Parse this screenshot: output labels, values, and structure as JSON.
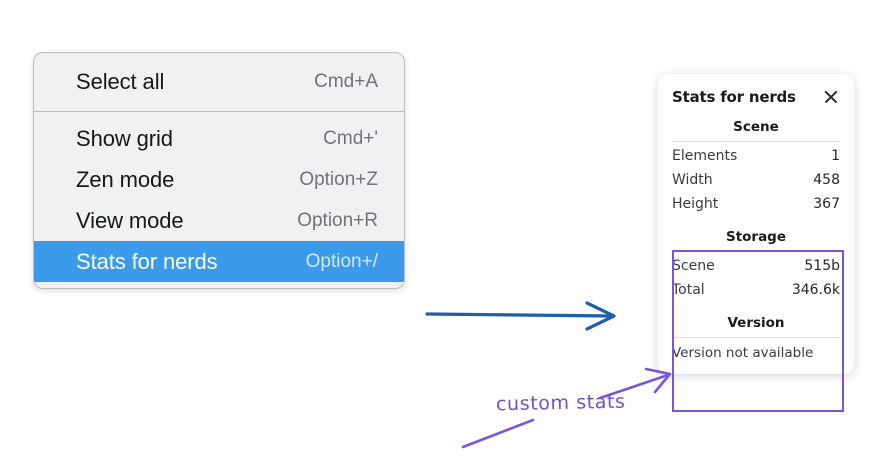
{
  "context_menu": {
    "name": "context-menu",
    "sections": [
      {
        "items": [
          {
            "label": "Select all",
            "shortcut": "Cmd+A",
            "selected": false,
            "name": "menu-item-select-all"
          }
        ]
      },
      {
        "items": [
          {
            "label": "Show grid",
            "shortcut": "Cmd+'",
            "selected": false,
            "name": "menu-item-show-grid"
          },
          {
            "label": "Zen mode",
            "shortcut": "Option+Z",
            "selected": false,
            "name": "menu-item-zen-mode"
          },
          {
            "label": "View mode",
            "shortcut": "Option+R",
            "selected": false,
            "name": "menu-item-view-mode"
          },
          {
            "label": "Stats for nerds",
            "shortcut": "Option+/",
            "selected": true,
            "name": "menu-item-stats-for-nerds"
          }
        ]
      }
    ]
  },
  "stats_panel": {
    "title": "Stats for nerds",
    "close_icon": "close-icon",
    "sections": [
      {
        "heading": "Scene",
        "rows": [
          {
            "label": "Elements",
            "value": "1"
          },
          {
            "label": "Width",
            "value": "458"
          },
          {
            "label": "Height",
            "value": "367"
          }
        ]
      },
      {
        "heading": "Storage",
        "rows": [
          {
            "label": "Scene",
            "value": "515b"
          },
          {
            "label": "Total",
            "value": "346.6k"
          }
        ]
      },
      {
        "heading": "Version",
        "note": "Version not available",
        "rows": []
      }
    ]
  },
  "annotations": {
    "custom_stats_label": "custom stats",
    "blue_arrow_name": "blue-flow-arrow",
    "purple_arrow_name": "purple-callout-arrow",
    "purple_underline_name": "purple-underline-stroke",
    "highlight_box_name": "custom-stats-highlight-box"
  },
  "colors": {
    "menu_background": "#f0f1f3",
    "menu_border": "#b9bec7",
    "selection_blue": "#3b9ae9",
    "annotation_purple": "#7b53dd",
    "annotation_blue": "#1f5fa8",
    "panel_background": "#ffffff"
  }
}
